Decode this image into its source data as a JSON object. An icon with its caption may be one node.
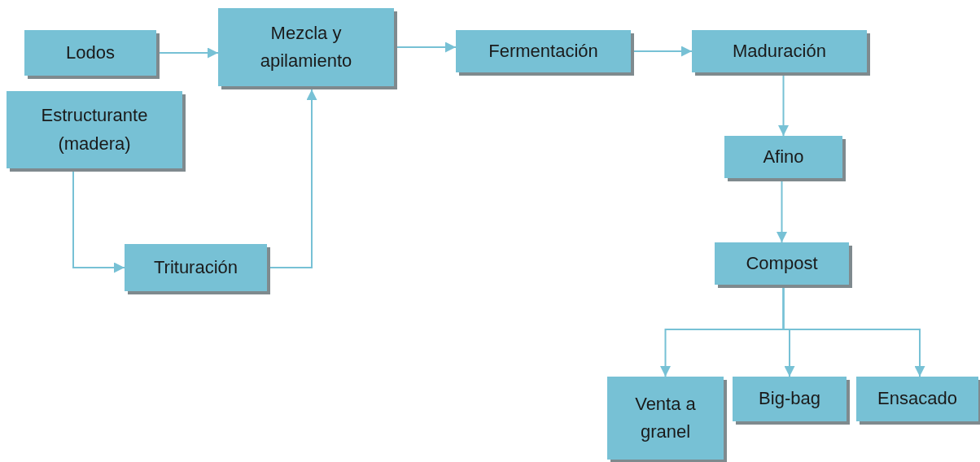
{
  "diagram": {
    "nodes": [
      {
        "text": [
          "Lodos"
        ]
      },
      {
        "text": [
          "Mezcla y apilamiento"
        ]
      },
      {
        "text": [
          "Fermentación"
        ]
      },
      {
        "text": [
          "Maduración"
        ]
      },
      {
        "text": [
          "Estructurante (madera)"
        ]
      },
      {
        "text": [
          "Trituración"
        ]
      },
      {
        "text": [
          "Afino"
        ]
      },
      {
        "text": [
          "Compost"
        ]
      },
      {
        "text": [
          "Venta a granel"
        ]
      },
      {
        "text": [
          "Big-bag"
        ]
      },
      {
        "text": [
          "Ensacado"
        ]
      }
    ],
    "edges": [
      {
        "from": 0,
        "to": 1,
        "arrow": "to"
      },
      {
        "from": 1,
        "to": 2,
        "arrow": "to"
      },
      {
        "from": 2,
        "to": 3,
        "arrow": "to"
      },
      {
        "from": 3,
        "to": 6,
        "arrow": "to"
      },
      {
        "from": 6,
        "to": 7,
        "arrow": "to"
      },
      {
        "from": 4,
        "to": 5,
        "arrow": "to"
      },
      {
        "from": 5,
        "to": 1,
        "arrow": "to"
      },
      {
        "from": 7,
        "to": 8,
        "arrow": "to"
      },
      {
        "from": 7,
        "to": 9,
        "arrow": "to"
      },
      {
        "from": 7,
        "to": 10,
        "arrow": "to"
      }
    ]
  }
}
